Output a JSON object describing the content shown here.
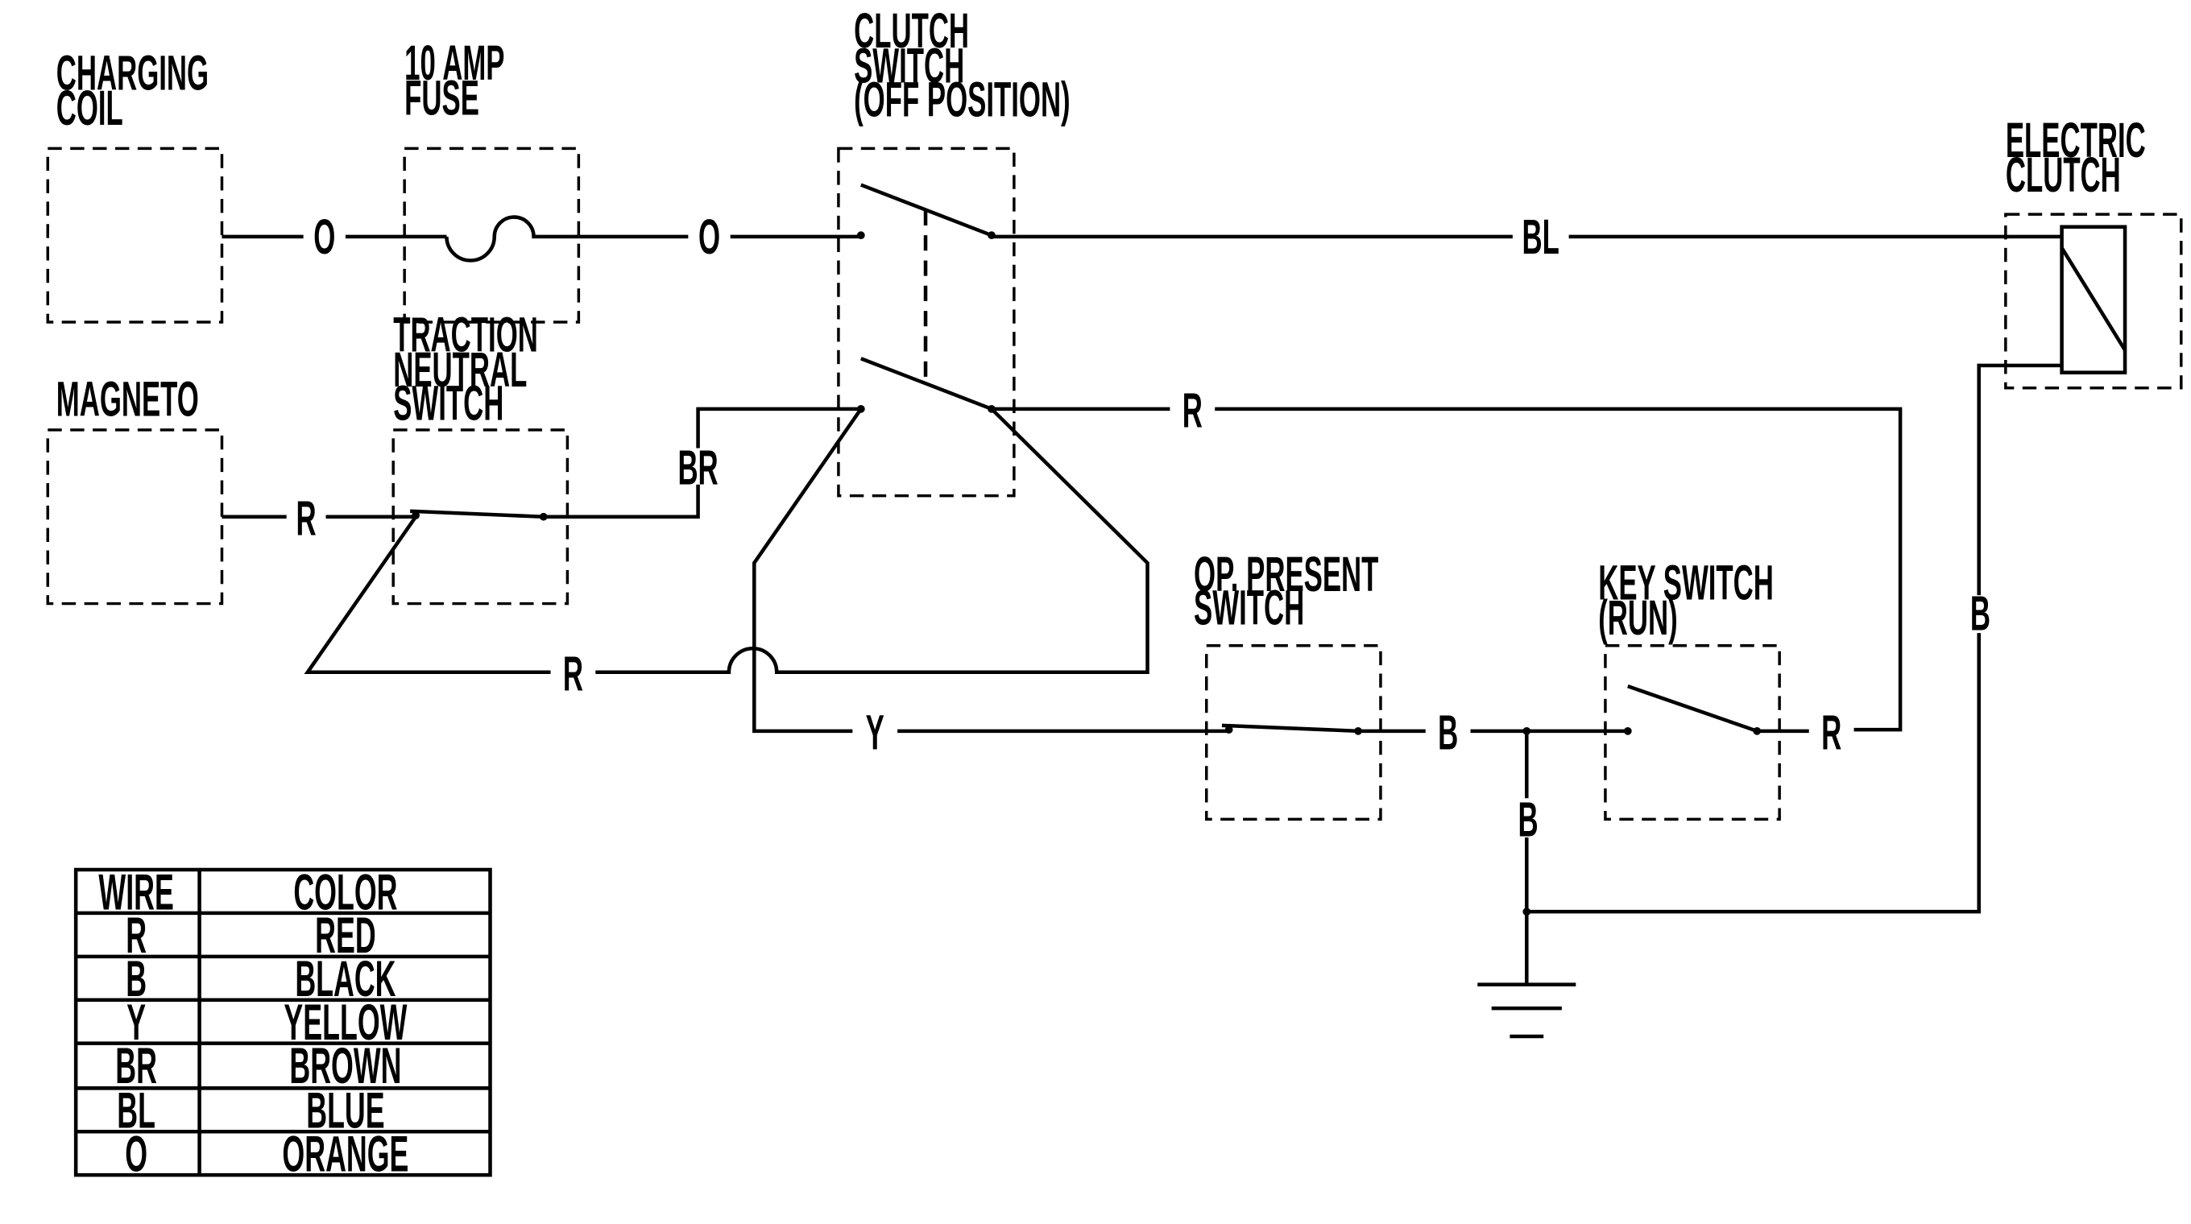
{
  "components": {
    "charging_coil": [
      "CHARGING",
      "COIL"
    ],
    "fuse": [
      "10 AMP",
      "FUSE"
    ],
    "clutch_switch": [
      "CLUTCH",
      "SWITCH",
      "(OFF POSITION)"
    ],
    "electric_clutch": [
      "ELECTRIC",
      "CLUTCH"
    ],
    "magneto": [
      "MAGNETO"
    ],
    "traction_neutral_switch": [
      "TRACTION",
      "NEUTRAL",
      "SWITCH"
    ],
    "op_present_switch": [
      "OP. PRESENT",
      "SWITCH"
    ],
    "key_switch": [
      "KEY SWITCH",
      "(RUN)"
    ]
  },
  "wire_labels": {
    "coil_to_fuse": "O",
    "fuse_to_clutch": "O",
    "clutch_to_electric_clutch": "BL",
    "clutch_to_key_switch": "R",
    "neutral_to_clutch": "BR",
    "magneto_to_neutral": "R",
    "lower_loop": "R",
    "clutch_to_op_present": "Y",
    "op_present_to_key": "B",
    "key_out": "R",
    "ground_branch": "B",
    "electric_clutch_ground": "B"
  },
  "legend": {
    "headers": [
      "WIRE",
      "COLOR"
    ],
    "rows": [
      [
        "R",
        "RED"
      ],
      [
        "B",
        "BLACK"
      ],
      [
        "Y",
        "YELLOW"
      ],
      [
        "BR",
        "BROWN"
      ],
      [
        "BL",
        "BLUE"
      ],
      [
        "O",
        "ORANGE"
      ]
    ]
  }
}
